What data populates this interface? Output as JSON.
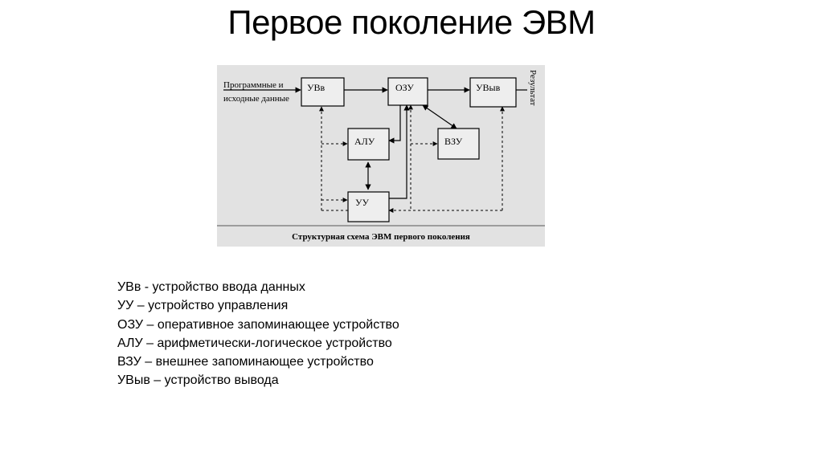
{
  "title": "Первое поколение ЭВМ",
  "diagram": {
    "caption": "Структурная схема ЭВМ первого поколения",
    "input_label_line1": "Программные и",
    "input_label_line2": "исходные данные",
    "output_label": "Результат",
    "nodes": {
      "uvv": "УВв",
      "ozu": "ОЗУ",
      "uvyv": "УВыв",
      "alu": "АЛУ",
      "vzu": "ВЗУ",
      "uu": "УУ"
    }
  },
  "legend": [
    "УВв - устройство ввода данных",
    "УУ – устройство управления",
    "ОЗУ – оперативное запоминающее устройство",
    "АЛУ – арифметически-логическое устройство",
    "ВЗУ – внешнее запоминающее устройство",
    "УВыв – устройство вывода"
  ]
}
